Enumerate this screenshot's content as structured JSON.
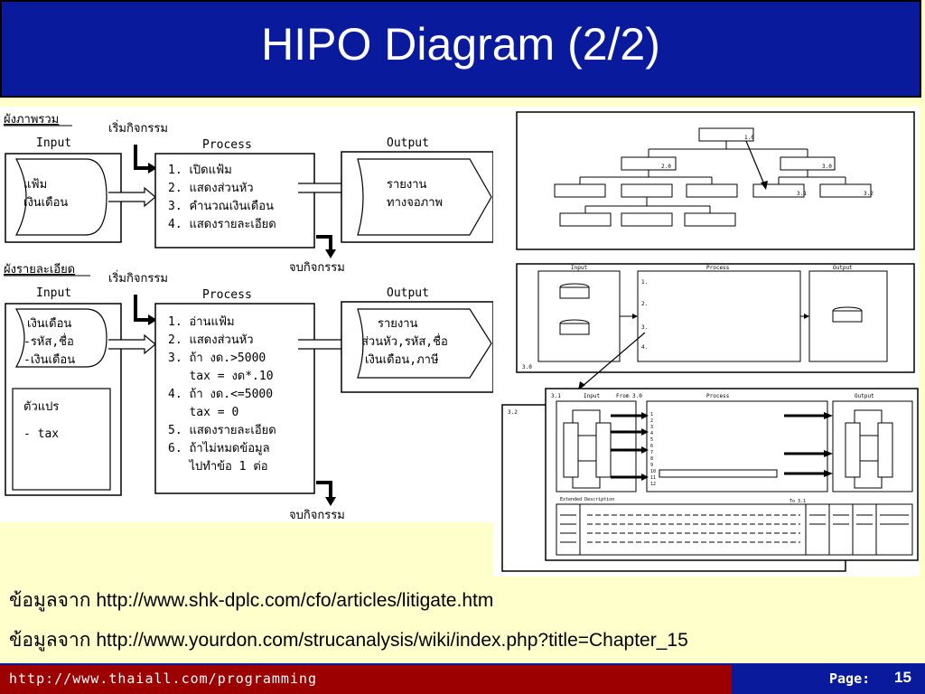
{
  "slide": {
    "title": "HIPO Diagram (2/2)",
    "sources": [
      {
        "prefix": "ข้อมูลจาก",
        "url": "http://www.shk-dplc.com/cfo/articles/litigate.htm"
      },
      {
        "prefix": "ข้อมูลจาก",
        "url": "http://www.yourdon.com/strucanalysis/wiki/index.php?title=Chapter_15"
      }
    ],
    "footer": {
      "url": "http://www.thaiall.com/programming",
      "page_label": "Page:",
      "page_number": "15"
    }
  },
  "overview": {
    "section_label": "ผังภาพรวม",
    "input_header": "Input",
    "process_header": "Process",
    "output_header": "Output",
    "start_label": "เริ่มกิจกรรม",
    "end_label": "จบกิจกรรม",
    "input_lines": [
      "แฟ้ม",
      "เงินเดือน"
    ],
    "process_lines": [
      "1. เปิดแฟ้ม",
      "2. แสดงส่วนหัว",
      "3. คำนวณเงินเดือน",
      "4. แสดงรายละเอียด"
    ],
    "output_lines": [
      "รายงาน",
      "ทางจอภาพ"
    ]
  },
  "detail": {
    "section_label": "ผังรายละเอียด",
    "input_header": "Input",
    "process_header": "Process",
    "output_header": "Output",
    "start_label": "เริ่มกิจกรรม",
    "end_label": "จบกิจกรรม",
    "input_lines": [
      "เงินเดือน",
      "-รหัส,ชื่อ",
      "-เงินเดือน"
    ],
    "variable_lines": [
      "ตัวแปร",
      "- tax"
    ],
    "process_lines": [
      "1. อ่านแฟ้ม",
      "2. แสดงส่วนหัว",
      "3. ถ้า งด.>5000",
      "   tax = งด*.10",
      "4. ถ้า งด.<=5000",
      "   tax = 0",
      "5. แสดงรายละเอียด",
      "6. ถ้าไม่หมดข้อมูล",
      "   ไปทำข้อ 1 ต่อ"
    ],
    "output_lines": [
      "รายงาน",
      "ส่วนหัว,รหัส,ชื่อ",
      "เงินเดือน,ภาษี"
    ]
  },
  "yourdon": {
    "tree_labels": [
      "1.0",
      "2.0",
      "3.0",
      "3.1",
      "3.2"
    ],
    "mid_headers": [
      "Input",
      "Process",
      "Output"
    ],
    "mid_numbers": [
      "1.",
      "2.",
      "3.",
      "4."
    ],
    "mid_label": "3.0",
    "low_headers": [
      "Input",
      "From 3.0",
      "Process",
      "Output"
    ],
    "low_labels": [
      "3.1",
      "3.2"
    ],
    "low_numbers": [
      "1",
      "2",
      "3",
      "4",
      "5",
      "6",
      "7",
      "8",
      "9",
      "10",
      "11",
      "12"
    ],
    "to_label": "To 3.1",
    "ext_label": "Extended Description"
  }
}
